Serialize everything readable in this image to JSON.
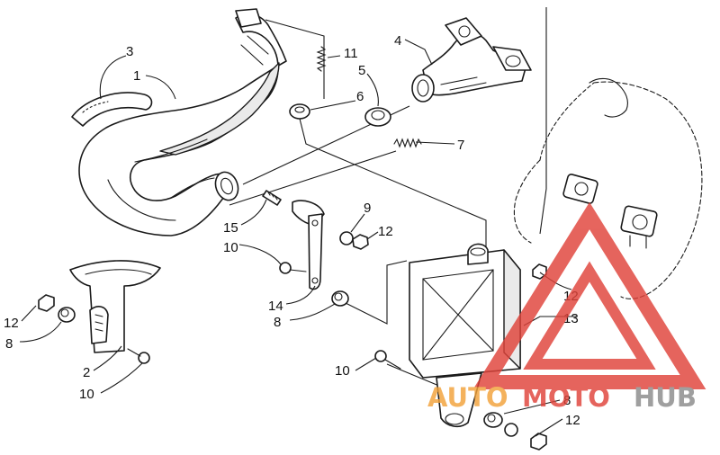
{
  "diagram": {
    "callouts": [
      {
        "id": "c3",
        "label": "3"
      },
      {
        "id": "c1",
        "label": "1"
      },
      {
        "id": "c11",
        "label": "11"
      },
      {
        "id": "c4",
        "label": "4"
      },
      {
        "id": "c5",
        "label": "5"
      },
      {
        "id": "c6",
        "label": "6"
      },
      {
        "id": "c7",
        "label": "7"
      },
      {
        "id": "c9",
        "label": "9"
      },
      {
        "id": "c12a",
        "label": "12"
      },
      {
        "id": "c15",
        "label": "15"
      },
      {
        "id": "c10a",
        "label": "10"
      },
      {
        "id": "c14",
        "label": "14"
      },
      {
        "id": "c8a",
        "label": "8"
      },
      {
        "id": "c12b",
        "label": "12"
      },
      {
        "id": "c13",
        "label": "13"
      },
      {
        "id": "c12c",
        "label": "12"
      },
      {
        "id": "c8b",
        "label": "8"
      },
      {
        "id": "c2",
        "label": "2"
      },
      {
        "id": "c10b",
        "label": "10"
      },
      {
        "id": "c10c",
        "label": "10"
      },
      {
        "id": "c8c",
        "label": "8"
      },
      {
        "id": "c12d",
        "label": "12"
      }
    ]
  },
  "watermark": {
    "part1": "AUTO",
    "part2": "MOTO",
    "part3": "HUB",
    "colors": {
      "red": "#e0433a",
      "orange": "#f2a23a",
      "gray": "#8a8a8a"
    }
  }
}
